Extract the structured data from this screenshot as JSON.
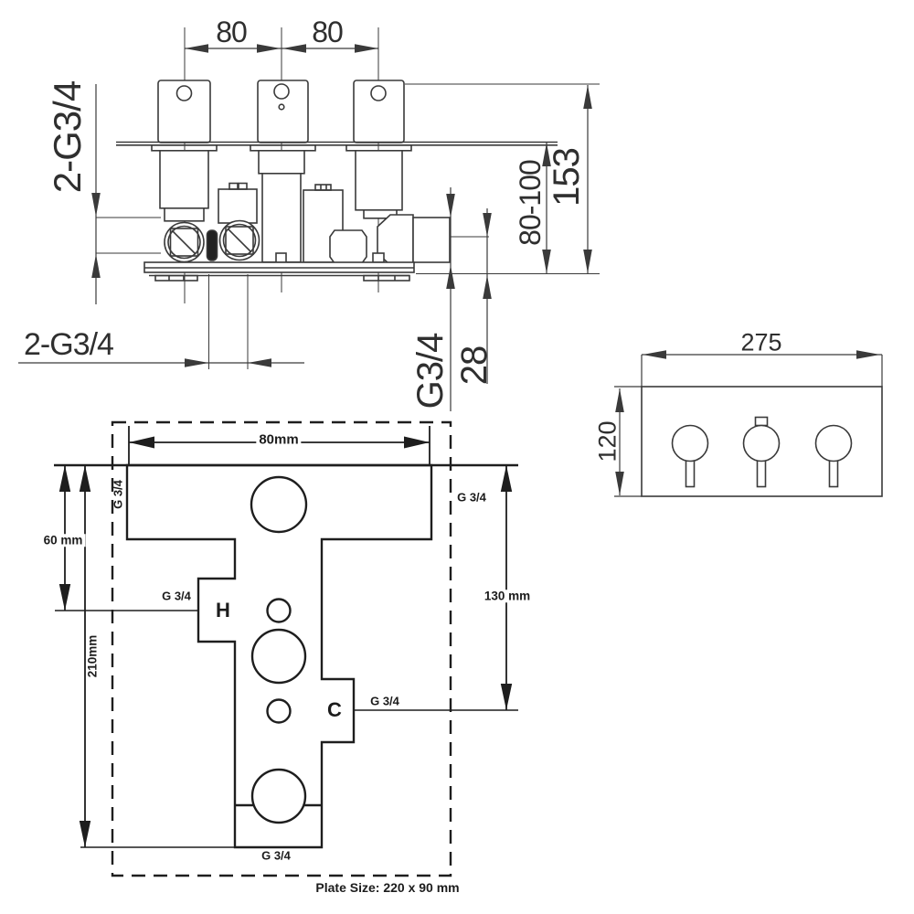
{
  "meta": {
    "background": "#ffffff",
    "ink": "#2f2f2f"
  },
  "valve_front_view": {
    "dim_handle_spacing_left": "80",
    "dim_handle_spacing_right": "80",
    "label_side_inlets": "2-G3/4",
    "label_bottom_outlets": "2-G3/4",
    "label_outlet_port": "G3/4",
    "dim_outlet_offset": "28",
    "dim_depth_range": "80-100",
    "dim_total_depth": "153"
  },
  "trim_plate_view": {
    "dim_width": "275",
    "dim_height": "120"
  },
  "installation_template": {
    "dim_handle_spacing": "80mm",
    "port_top_left": "G 3/4",
    "port_top_right": "G 3/4",
    "dim_hot_drop": "60 mm",
    "dim_overall_drop": "210mm",
    "port_hot": "G 3/4",
    "hot_label": "H",
    "dim_cold_drop": "130 mm",
    "port_cold": "G 3/4",
    "cold_label": "C",
    "port_bottom": "G 3/4",
    "plate_size_note": "Plate Size: 220 x 90 mm"
  }
}
